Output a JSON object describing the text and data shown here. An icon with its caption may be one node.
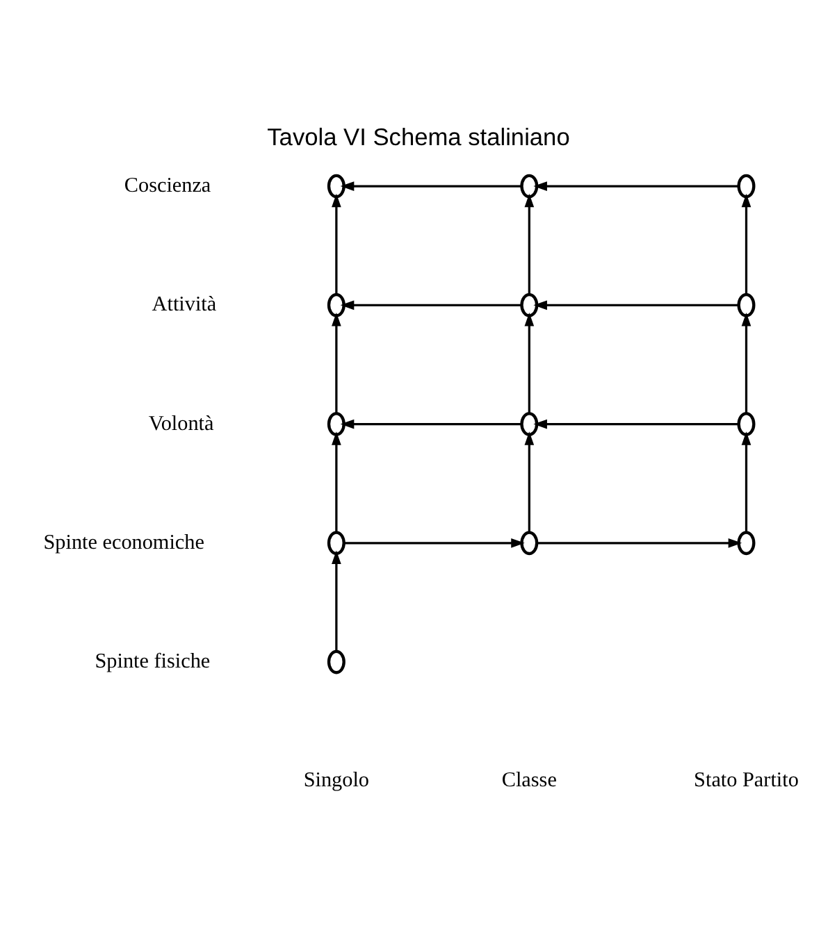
{
  "diagram": {
    "title": "Tavola VI Schema staliniano",
    "nodes": [
      {
        "text": [],
        "shape": "circle"
      },
      {
        "text": [],
        "shape": "circle"
      },
      {
        "text": [],
        "shape": "circle"
      },
      {
        "text": [],
        "shape": "circle"
      },
      {
        "text": [],
        "shape": "circle"
      },
      {
        "text": [],
        "shape": "circle"
      },
      {
        "text": [],
        "shape": "circle"
      },
      {
        "text": [],
        "shape": "circle"
      },
      {
        "text": [],
        "shape": "circle"
      },
      {
        "text": [],
        "shape": "circle"
      },
      {
        "text": [],
        "shape": "circle"
      },
      {
        "text": [],
        "shape": "circle"
      },
      {
        "text": [],
        "shape": "circle"
      }
    ],
    "edges": [
      {
        "from": 1,
        "to": 0,
        "arrow": "to"
      },
      {
        "from": 2,
        "to": 1,
        "arrow": "to"
      },
      {
        "from": 3,
        "to": 0,
        "arrow": "to"
      },
      {
        "from": 4,
        "to": 1,
        "arrow": "to"
      },
      {
        "from": 5,
        "to": 2,
        "arrow": "to"
      },
      {
        "from": 4,
        "to": 3,
        "arrow": "to"
      },
      {
        "from": 5,
        "to": 4,
        "arrow": "to"
      },
      {
        "from": 6,
        "to": 3,
        "arrow": "to"
      },
      {
        "from": 7,
        "to": 4,
        "arrow": "to"
      },
      {
        "from": 8,
        "to": 5,
        "arrow": "to"
      },
      {
        "from": 7,
        "to": 6,
        "arrow": "to"
      },
      {
        "from": 8,
        "to": 7,
        "arrow": "to"
      },
      {
        "from": 9,
        "to": 6,
        "arrow": "to"
      },
      {
        "from": 10,
        "to": 7,
        "arrow": "to"
      },
      {
        "from": 11,
        "to": 8,
        "arrow": "to"
      },
      {
        "from": 9,
        "to": 10,
        "arrow": "to"
      },
      {
        "from": 10,
        "to": 11,
        "arrow": "to"
      },
      {
        "from": 12,
        "to": 9,
        "arrow": "to"
      }
    ],
    "labels": [
      "Coscienza",
      "Attività",
      "Volontà",
      "Spinte economiche",
      "Spinte fisiche",
      "Singolo",
      "Classe",
      "Stato Partito"
    ]
  }
}
